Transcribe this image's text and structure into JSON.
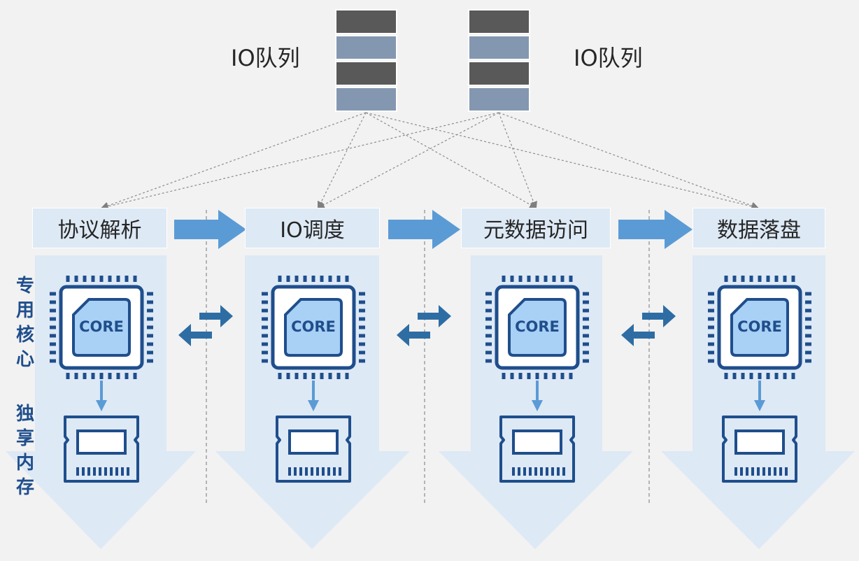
{
  "queues": [
    {
      "label": "IO队列"
    },
    {
      "label": "IO队列"
    }
  ],
  "stages": [
    {
      "label": "协议解析",
      "chip_label": "CORE"
    },
    {
      "label": "IO调度",
      "chip_label": "CORE"
    },
    {
      "label": "元数据访问",
      "chip_label": "CORE"
    },
    {
      "label": "数据落盘",
      "chip_label": "CORE"
    }
  ],
  "side_labels": {
    "core": [
      "专",
      "用",
      "核",
      "心"
    ],
    "memory": [
      "独",
      "享",
      "内",
      "存"
    ]
  },
  "colors": {
    "background": "#f2f2f2",
    "stage_fill": "#dde9f5",
    "column_arrow": "#dde9f5",
    "flow_arrow": "#5b9bd5",
    "chip_stroke": "#1f4e8c",
    "chip_core_fill": "#a9d0f5",
    "queue_dark": "#595959",
    "queue_light": "#8497b0",
    "exchange_arrow": "#2e6da4"
  }
}
